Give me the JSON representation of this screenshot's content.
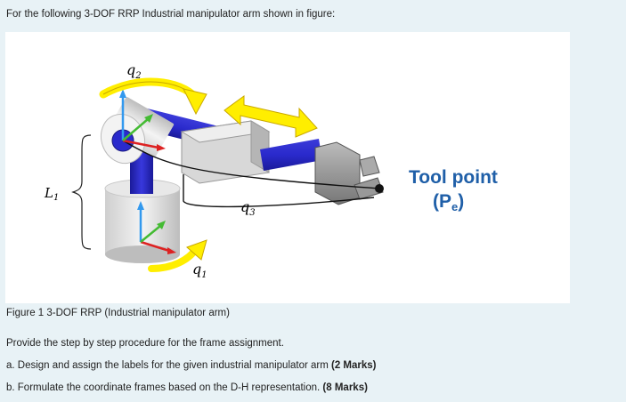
{
  "intro": "For the following 3-DOF RRP Industrial manipulator arm shown in figure:",
  "figure": {
    "label_q2": "q",
    "label_q2_sub": "2",
    "label_q3": "q",
    "label_q3_sub": "3",
    "label_q1": "q",
    "label_q1_sub": "1",
    "label_L1": "L",
    "label_L1_sub": "1",
    "tool_point_line1": "Tool point",
    "tool_point_p": "(P",
    "tool_point_sub": "e",
    "tool_point_close": ")"
  },
  "caption": "Figure 1 3-DOF RRP (Industrial manipulator arm)",
  "prompt": "Provide the step by step procedure for the frame assignment.",
  "question_a": {
    "text": "a. Design and assign the labels for the given industrial manipulator arm ",
    "marks": "(2 Marks)"
  },
  "question_b": {
    "text": "b. Formulate the coordinate frames based on the D-H representation.  ",
    "marks": "(8 Marks)"
  }
}
